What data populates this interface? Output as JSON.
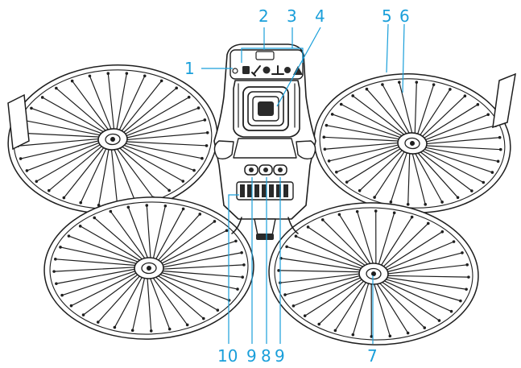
{
  "callouts": [
    {
      "id": "1",
      "label": "1"
    },
    {
      "id": "2",
      "label": "2"
    },
    {
      "id": "3",
      "label": "3"
    },
    {
      "id": "4",
      "label": "4"
    },
    {
      "id": "5",
      "label": "5"
    },
    {
      "id": "6",
      "label": "6"
    },
    {
      "id": "7",
      "label": "7"
    },
    {
      "id": "8",
      "label": "8"
    },
    {
      "id": "9a",
      "label": "9"
    },
    {
      "id": "9b",
      "label": "9"
    },
    {
      "id": "10",
      "label": "10"
    }
  ],
  "colors": {
    "callout": "#1a9fda",
    "line": "#1e1e1e",
    "background": "#ffffff"
  },
  "icons": [
    "drone-top-view-illustration"
  ]
}
